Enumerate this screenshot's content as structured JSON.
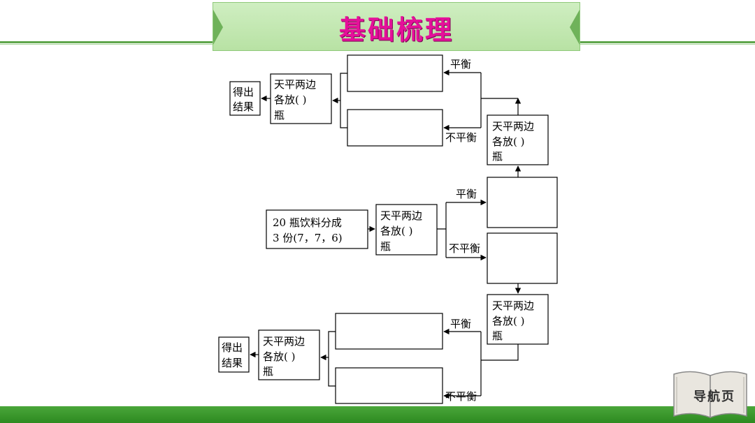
{
  "header": {
    "title": "基础梳理"
  },
  "diagram": {
    "start": {
      "line1": "20 瓶饮料分成",
      "line2": "3 份(7，7，6)"
    },
    "weigh": {
      "line1": "天平两边",
      "line2": "各放(   )",
      "line3": "瓶"
    },
    "result": {
      "line1": "得出",
      "line2": "结果"
    },
    "balanced": "平衡",
    "unbalanced": "不平衡"
  },
  "nav": {
    "label": "导航页"
  },
  "colors": {
    "accent_green": "#4aa63a",
    "title_magenta": "#e5109a",
    "banner_bg": "#cfeec1"
  }
}
